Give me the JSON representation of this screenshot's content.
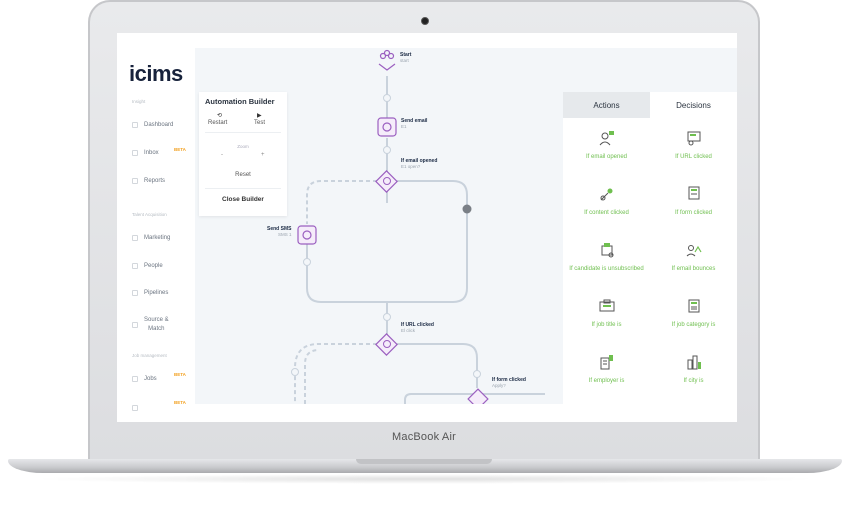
{
  "device": {
    "label": "MacBook Air"
  },
  "app": {
    "logo": "icims"
  },
  "sidebar": {
    "sections": [
      "Insight",
      "Talent Acquisition",
      "Job management"
    ],
    "items": [
      {
        "label": "Dashboard",
        "beta": ""
      },
      {
        "label": "Inbox",
        "beta": "BETA"
      },
      {
        "label": "Reports",
        "beta": ""
      },
      {
        "label": "Marketing",
        "beta": ""
      },
      {
        "label": "People",
        "beta": ""
      },
      {
        "label": "Pipelines",
        "beta": ""
      },
      {
        "label": "Source &",
        "label2": "Match",
        "beta": ""
      },
      {
        "label": "Jobs",
        "beta": "BETA"
      },
      {
        "label": "",
        "beta": "BETA"
      }
    ]
  },
  "builder": {
    "title": "Automation Builder",
    "restart_label": "Restart",
    "test_label": "Test",
    "zoom_label": "Zoom",
    "zoom_minus": "-",
    "zoom_plus": "+",
    "reset_label": "Reset",
    "close_label": "Close Builder"
  },
  "flow": {
    "start": {
      "title": "Start",
      "sub": "start"
    },
    "send_email": {
      "title": "Send email",
      "sub": "E1"
    },
    "if_email_opened": {
      "title": "If email opened",
      "sub": "E1 open?"
    },
    "send_sms": {
      "title": "Send SMS",
      "sub": "SMS 1"
    },
    "if_url_clicked": {
      "title": "If URL clicked",
      "sub": "El click"
    },
    "if_form_clicked": {
      "title": "If form clicked",
      "sub": "Apply?"
    }
  },
  "panel": {
    "tabs": [
      "Actions",
      "Decisions"
    ],
    "active_tab": "Decisions",
    "decisions": [
      {
        "label": "If email opened",
        "icon": "email-opened-icon"
      },
      {
        "label": "If URL clicked",
        "icon": "url-clicked-icon"
      },
      {
        "label": "If content clicked",
        "icon": "content-clicked-icon"
      },
      {
        "label": "If form clicked",
        "icon": "form-clicked-icon"
      },
      {
        "label": "If candidate is unsubscribed",
        "icon": "unsubscribed-icon"
      },
      {
        "label": "If email bounces",
        "icon": "email-bounces-icon"
      },
      {
        "label": "If job title is",
        "icon": "job-title-icon"
      },
      {
        "label": "If job category is",
        "icon": "job-category-icon"
      },
      {
        "label": "If employer is",
        "icon": "employer-icon"
      },
      {
        "label": "If city is",
        "icon": "city-icon"
      }
    ]
  },
  "colors": {
    "accent": "#6fbf4f",
    "node": "#9b5fc0",
    "beta": "#f2a020",
    "connector": "#c9d2dc"
  }
}
